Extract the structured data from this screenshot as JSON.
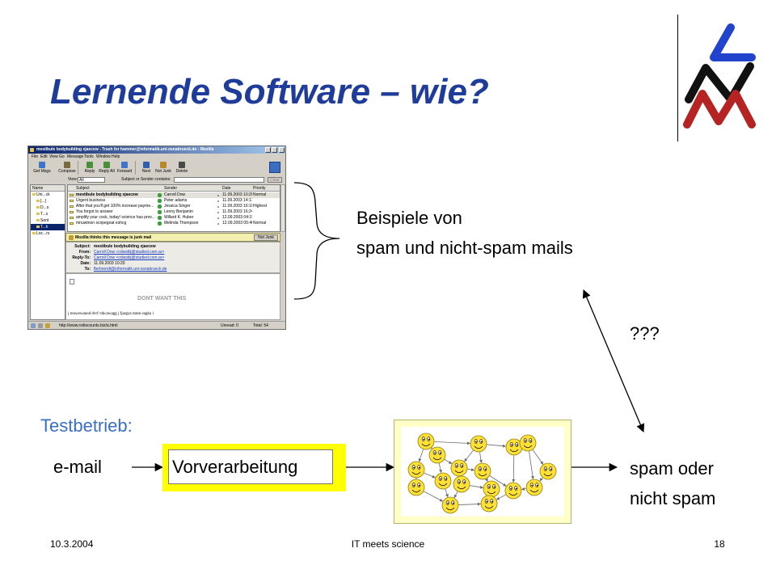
{
  "slide": {
    "title": "Lernende Software – wie?",
    "examples_line1": "Beispiele von",
    "examples_line2": "spam und nicht-spam mails",
    "question": "???",
    "test_label": "Testbetrieb:",
    "input_label": "e-mail",
    "preprocessing_label": "Vorverarbeitung",
    "output_line1": "spam oder",
    "output_line2": "nicht spam"
  },
  "footer": {
    "date": "10.3.2004",
    "center": "IT meets science",
    "page": "18"
  },
  "colors": {
    "title": "#1F3C9A",
    "test_label": "#3A6FC4",
    "preprocessing_box": "#FFFF00",
    "logo_blue": "#2244CC",
    "logo_black": "#111111",
    "logo_red": "#B52323"
  },
  "mail_window": {
    "title": "mestibule bodybuilding xjaecew - Trash for hammer@informatik.uni-osnabrueck.de - Mozilla",
    "menu": [
      "File",
      "Edit",
      "View",
      "Go",
      "Message",
      "Tools",
      "Window",
      "Help"
    ],
    "toolbar": [
      "Get Msgs",
      "Compose",
      "Reply",
      "Reply All",
      "Forward",
      "Next",
      "Not Junk",
      "Delete"
    ],
    "view_label": "View:",
    "view_value": "All",
    "search_label": "Subject or Sender contains:",
    "clear_label": "Clear",
    "folder_header": "Name",
    "folders": [
      "Uni...ck",
      "[...]",
      "D...s",
      "T...s",
      "Sent",
      "T...h",
      "Loc...rs"
    ],
    "columns": [
      "Subject",
      "Sender",
      "Date",
      "Priority"
    ],
    "rows": [
      {
        "subject": "mestibule bodybuilding xjaecew",
        "sender": "Carroll Dow",
        "date": "11.09.2003 10:20",
        "priority": "Normal"
      },
      {
        "subject": "Urgent business",
        "sender": "Peter adams",
        "date": "11.09.2003 14:17",
        "priority": ""
      },
      {
        "subject": "After that you'll get 100% increase payme...",
        "sender": "Jessica Singer",
        "date": "11.09.2003 16:10",
        "priority": "Highest"
      },
      {
        "subject": "You forgot to answer",
        "sender": "Lenny Benjamin",
        "date": "11.09.2003 16:24",
        "priority": ""
      },
      {
        "subject": "amplify your cock, today! science has prov...",
        "sender": "Willard K. Huber",
        "date": "12.09.2003 04:19",
        "priority": ""
      },
      {
        "subject": "mnuwtnon scnpegoat eshcg",
        "sender": "Melinda Thompson",
        "date": "12.09.2003 05:46",
        "priority": "Normal"
      }
    ],
    "junk_notice": "Mozilla thinks this message is junk mail",
    "not_junk_label": "Not Junk",
    "headers": [
      {
        "label": "Subject:",
        "value": "mestibule bodybuilding xjaecew"
      },
      {
        "label": "From:",
        "value": "Carroll Dow <cdwstiij@studied.com.ar>"
      },
      {
        "label": "Reply-To:",
        "value": "Carroll Dow <cdwstiij@studied.com.ar>"
      },
      {
        "label": "Date:",
        "value": "11.09.2003 10:20"
      },
      {
        "label": "To:",
        "value": "fbehrendt@informatik.uni-osnabrueck.de"
      }
    ],
    "body_image_text": "DONT WANT THIS",
    "body_text": "j reuwewanod dvrf vtkcawagg j fjazgzs mnm eagku i",
    "status_url": "http://www.rxdiscounts.biz/a.html",
    "unread": "Unread: 0",
    "total": "Total: 54"
  }
}
